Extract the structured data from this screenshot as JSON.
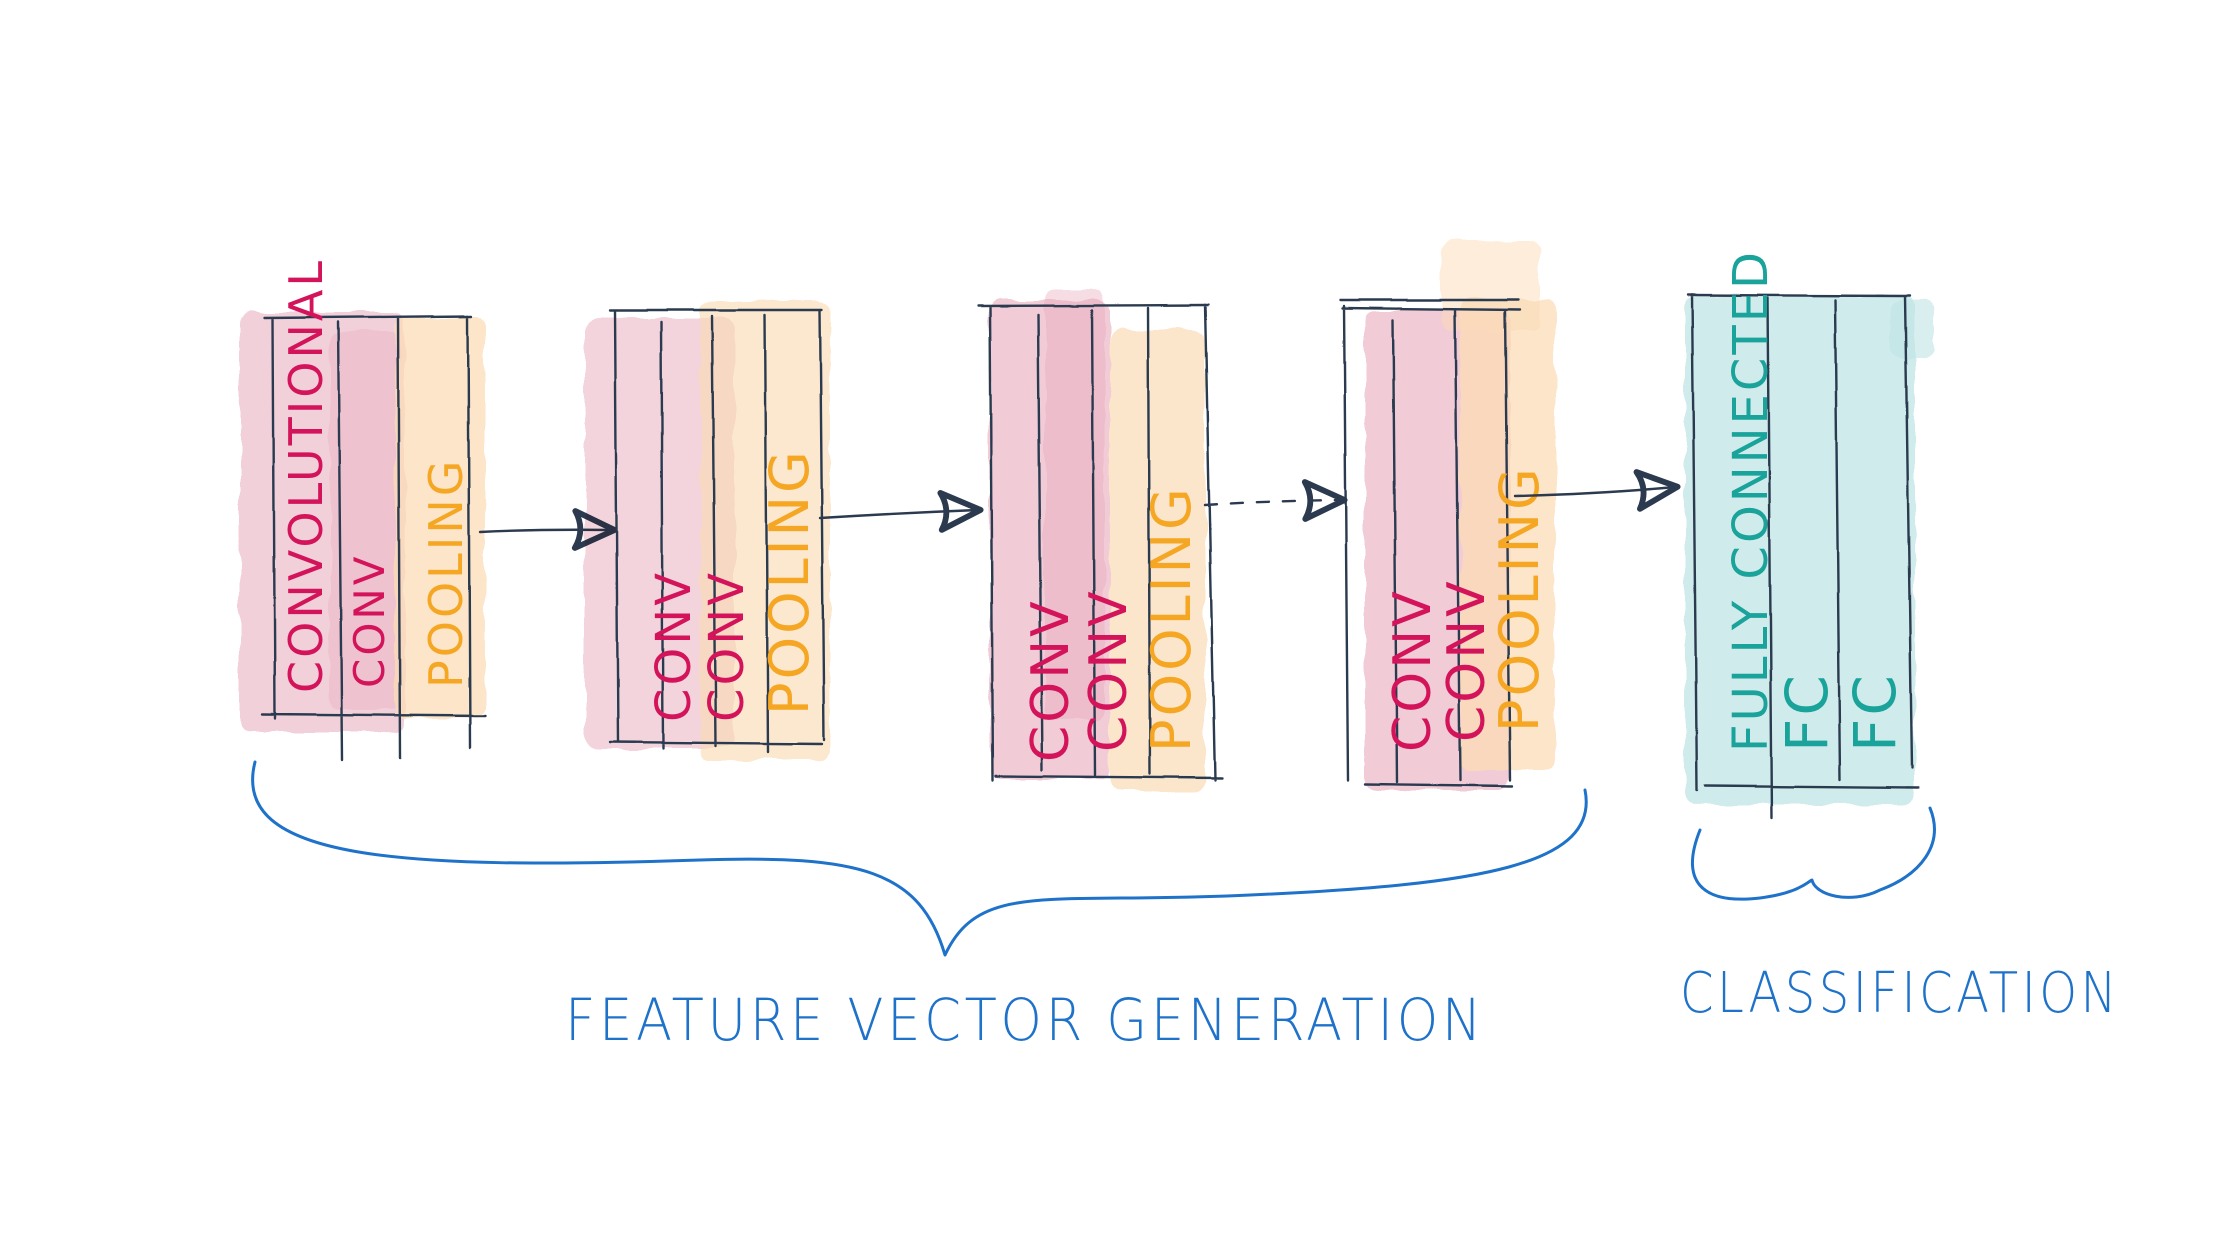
{
  "colors": {
    "conv_text": "#d4145a",
    "pool_text": "#f5a623",
    "fc_text": "#1aa39a",
    "frame": "#2c3a4f",
    "annotation": "#1f72c9",
    "pink_wash": "#e8a9bb",
    "peach_wash": "#fbdcb5",
    "teal_wash": "#bfe4e4"
  },
  "blocks": [
    {
      "id": "block-1",
      "layers": [
        {
          "label": "CONVOLUTIONAL",
          "kind": "conv"
        },
        {
          "label": "CONV",
          "kind": "conv"
        },
        {
          "label": "POOLING",
          "kind": "pool"
        }
      ]
    },
    {
      "id": "block-2",
      "layers": [
        {
          "label": "CONV",
          "kind": "conv"
        },
        {
          "label": "CONV",
          "kind": "conv"
        },
        {
          "label": "POOLING",
          "kind": "pool"
        }
      ]
    },
    {
      "id": "block-3",
      "layers": [
        {
          "label": "CONV",
          "kind": "conv"
        },
        {
          "label": "CONV",
          "kind": "conv"
        },
        {
          "label": "POOLING",
          "kind": "pool"
        }
      ]
    },
    {
      "id": "block-4",
      "layers": [
        {
          "label": "CONV",
          "kind": "conv"
        },
        {
          "label": "CONV",
          "kind": "conv"
        },
        {
          "label": "POOLING",
          "kind": "pool"
        }
      ]
    },
    {
      "id": "block-5",
      "layers": [
        {
          "label": "FULLY CONNECTED",
          "kind": "fc"
        },
        {
          "label": "FC",
          "kind": "fc"
        },
        {
          "label": "FC",
          "kind": "fc"
        }
      ]
    }
  ],
  "annotations": {
    "feature": "FEATURE VECTOR GENERATION",
    "classification": "CLASSIFICATION"
  }
}
